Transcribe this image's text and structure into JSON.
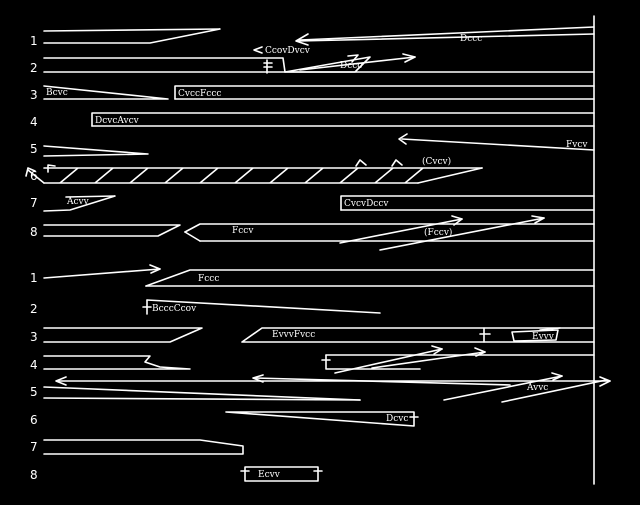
{
  "colors": {
    "background": "#000000",
    "stroke": "#ffffff"
  },
  "row_numbers_top": [
    "1",
    "2",
    "3",
    "4",
    "5",
    "6",
    "7",
    "8"
  ],
  "row_numbers_bottom": [
    "1",
    "2",
    "3",
    "4",
    "5",
    "6",
    "7",
    "8"
  ],
  "labels": {
    "r1_dccc": "Dccc",
    "r1_ccovdvcv": "CcovDvcv",
    "r2_dccc": "Dccc",
    "r3_bcvc": "Bcvc",
    "r3_cvccfccc": "CvccFccc",
    "r4_dcvcavcv": "DcvcAvcv",
    "r5_fvcv": "Fvcv",
    "r6_cvcv": "(Cvcv)",
    "r7_acvv": "Acvv",
    "r7_cvcvdccv": "CvcvDccv",
    "r8_fccv": "Fccv",
    "r8_fccv_paren": "(Fccv)",
    "b1_fccc": "Fccc",
    "b2_bcccccov": "BcccCcov",
    "b3_evvvfvcc": "EvvvFvcc",
    "b3_evvv": "Evvv",
    "b5_avvc": "Avvc",
    "b6_dcvc": "Dcvc",
    "b8_ecvv": "Ecvv"
  }
}
